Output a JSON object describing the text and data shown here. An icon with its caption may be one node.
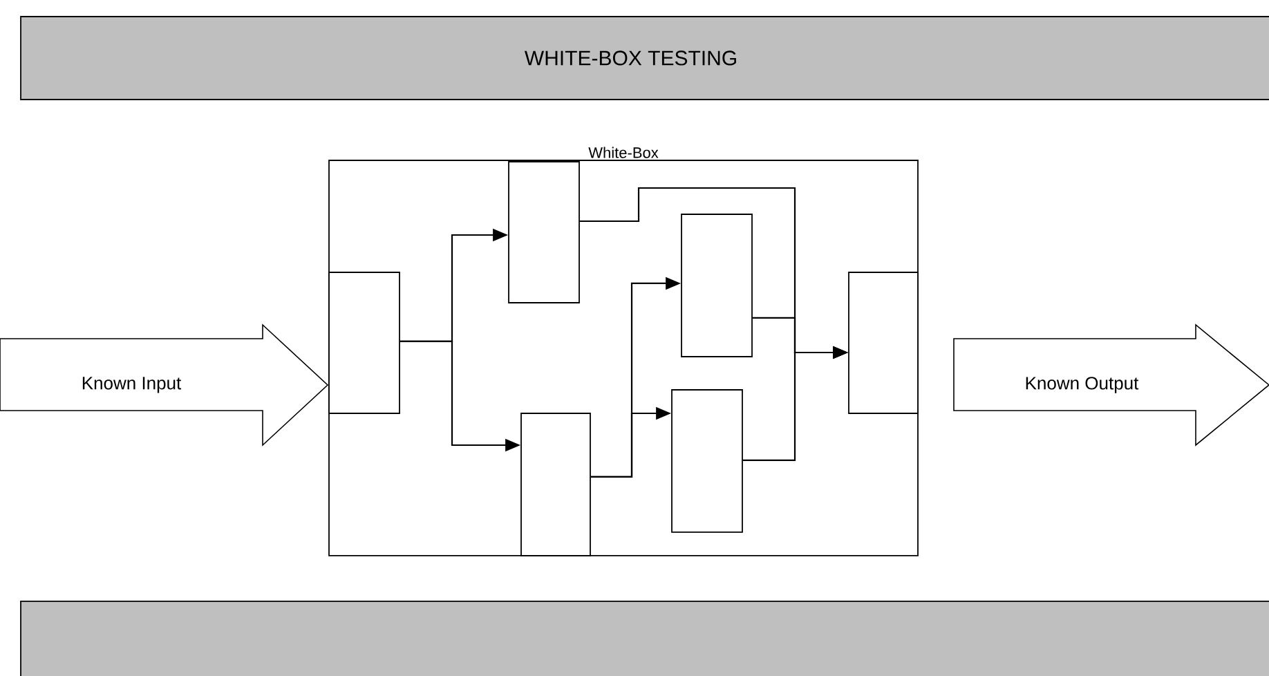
{
  "diagram": {
    "nodes": [
      {
        "text": [
          "WHITE-BOX TESTING"
        ]
      },
      {
        "text": [
          "White-Box"
        ]
      },
      {
        "text": [
          "Known Input"
        ]
      },
      {
        "text": [
          "Known Output"
        ]
      },
      {
        "text": [],
        "shape": "bar"
      },
      {
        "text": [],
        "shape": "box",
        "in": 1
      },
      {
        "text": [],
        "shape": "box",
        "in": 1
      },
      {
        "text": [],
        "shape": "box",
        "in": 1
      },
      {
        "text": [],
        "shape": "box",
        "in": 1
      },
      {
        "text": [],
        "shape": "box",
        "in": 1
      },
      {
        "text": [],
        "shape": "box",
        "in": 1
      }
    ],
    "edges": [
      {
        "from": 5,
        "to": 6,
        "arrow": "to"
      },
      {
        "from": 5,
        "to": 7,
        "arrow": "to"
      },
      {
        "from": 6,
        "to": 10,
        "arrow": "to"
      },
      {
        "from": 7,
        "to": 8,
        "arrow": "to"
      },
      {
        "from": 7,
        "to": 9,
        "arrow": "to"
      },
      {
        "from": 8,
        "to": 10,
        "arrow": "to"
      },
      {
        "from": 9,
        "to": 10,
        "arrow": "to"
      }
    ]
  }
}
